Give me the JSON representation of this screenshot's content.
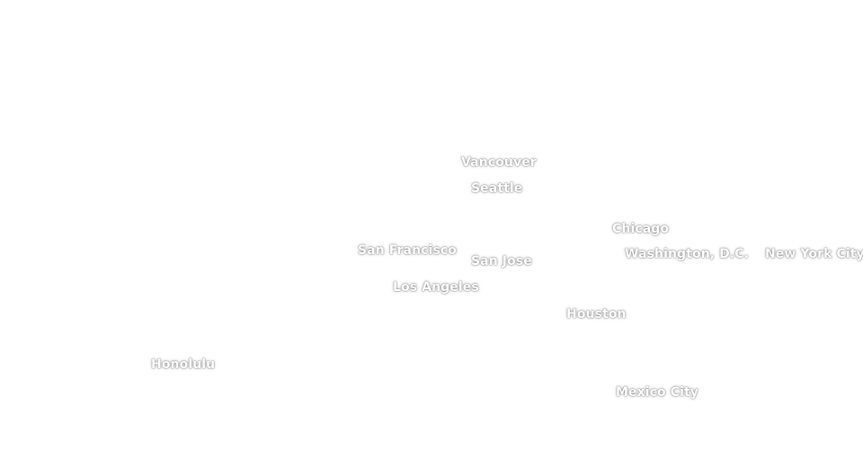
{
  "map": {
    "cities": [
      {
        "key": "vancouver",
        "label": "Vancouver"
      },
      {
        "key": "seattle",
        "label": "Seattle"
      },
      {
        "key": "chicago",
        "label": "Chicago"
      },
      {
        "key": "san_francisco",
        "label": "San Francisco"
      },
      {
        "key": "san_jose",
        "label": "San Jose"
      },
      {
        "key": "washington_dc",
        "label": "Washington, D.C."
      },
      {
        "key": "new_york_city",
        "label": "New York City"
      },
      {
        "key": "los_angeles",
        "label": "Los Angeles"
      },
      {
        "key": "houston",
        "label": "Houston"
      },
      {
        "key": "honolulu",
        "label": "Honolulu"
      },
      {
        "key": "mexico_city",
        "label": "Mexico City"
      }
    ]
  },
  "theme": {
    "background": "#ffffff",
    "label_color": "#ffffff"
  }
}
